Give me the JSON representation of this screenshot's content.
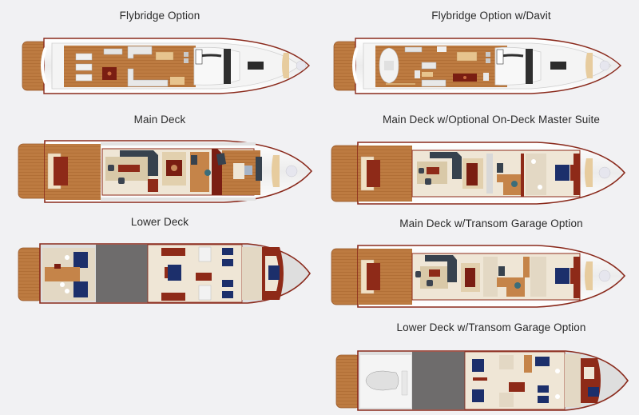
{
  "page": {
    "background": "#f1f1f3"
  },
  "colors": {
    "hull_outline": "#8a2a1c",
    "hull_white": "#f7f7f7",
    "hull_shadow": "#d9d9db",
    "teak": "#b8763e",
    "teak_light": "#cf9456",
    "interior_cream": "#efe6d6",
    "mahogany": "#8e2a18",
    "berth_navy": "#1c2f6b",
    "garage_gray": "#6e6c6c",
    "dark_glass": "#2f2f2f"
  },
  "plans": [
    {
      "id": "flybridge",
      "label": "Flybridge Option"
    },
    {
      "id": "flybridge-davit",
      "label": "Flybridge Option w/Davit"
    },
    {
      "id": "main-deck",
      "label": "Main Deck"
    },
    {
      "id": "main-deck-master",
      "label": "Main Deck w/Optional On-Deck Master Suite"
    },
    {
      "id": "lower-deck",
      "label": "Lower Deck"
    },
    {
      "id": "main-deck-garage",
      "label": "Main Deck w/Transom Garage Option"
    },
    {
      "id": "lower-deck-garage",
      "label": "Lower Deck w/Transom Garage Option"
    }
  ]
}
